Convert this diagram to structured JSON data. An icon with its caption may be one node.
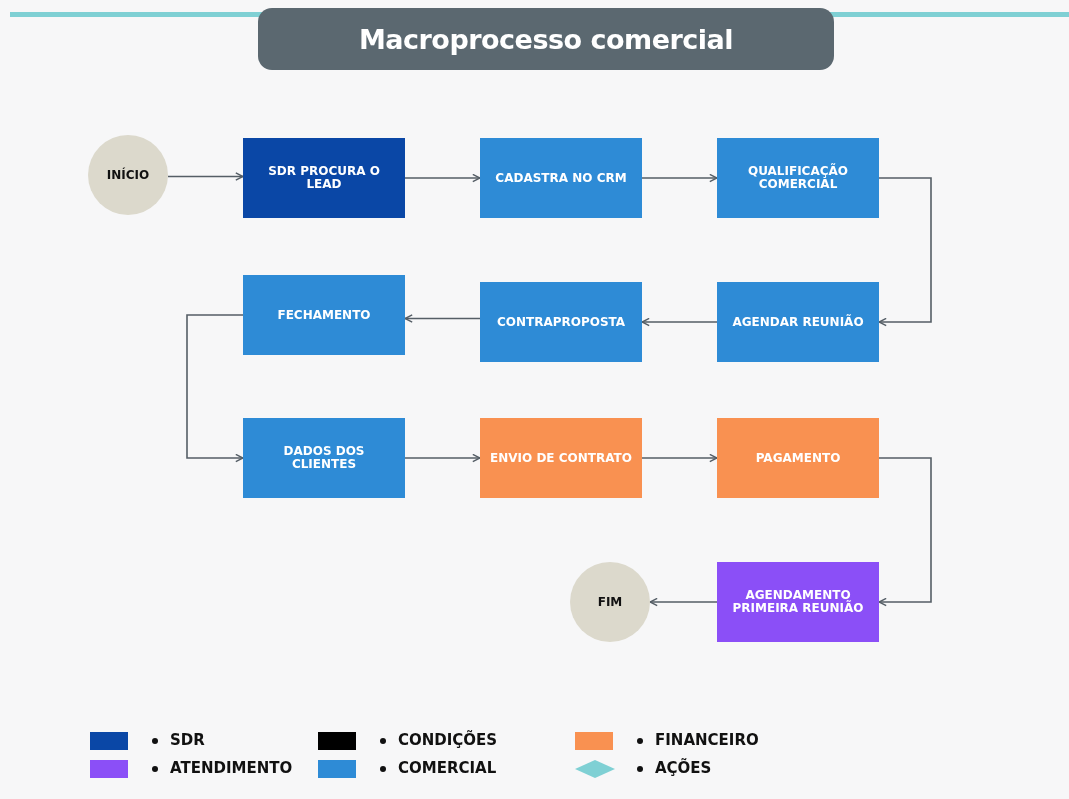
{
  "diagram": {
    "title": "Macroprocesso comercial",
    "nodes": [
      {
        "text": [
          "INÍCIO"
        ]
      },
      {
        "text": [
          "SDR PROCURA O LEAD"
        ]
      },
      {
        "text": [
          "CADASTRA NO CRM"
        ]
      },
      {
        "text": [
          "QUALIFICAÇÃO COMERCIAL"
        ]
      },
      {
        "text": [
          "AGENDAR REUNIÃO"
        ]
      },
      {
        "text": [
          "CONTRAPROPOSTA"
        ]
      },
      {
        "text": [
          "FECHAMENTO"
        ]
      },
      {
        "text": [
          "DADOS DOS CLIENTES"
        ]
      },
      {
        "text": [
          "ENVIO DE CONTRATO"
        ]
      },
      {
        "text": [
          "PAGAMENTO"
        ]
      },
      {
        "text": [
          "AGENDAMENTO PRIMEIRA REUNIÃO"
        ]
      },
      {
        "text": [
          "FIM"
        ]
      }
    ],
    "edges": [
      {
        "from": 0,
        "to": 1,
        "arrow": "to"
      },
      {
        "from": 1,
        "to": 2,
        "arrow": "to"
      },
      {
        "from": 2,
        "to": 3,
        "arrow": "to"
      },
      {
        "from": 3,
        "to": 4,
        "arrow": "to"
      },
      {
        "from": 4,
        "to": 5,
        "arrow": "to"
      },
      {
        "from": 5,
        "to": 6,
        "arrow": "to"
      },
      {
        "from": 6,
        "to": 7,
        "arrow": "to"
      },
      {
        "from": 7,
        "to": 8,
        "arrow": "to"
      },
      {
        "from": 8,
        "to": 9,
        "arrow": "to"
      },
      {
        "from": 9,
        "to": 10,
        "arrow": "to"
      },
      {
        "from": 10,
        "to": 11,
        "arrow": "to"
      }
    ],
    "legend": [
      {
        "text": "SDR",
        "color": "#0a47a6"
      },
      {
        "text": "CONDIÇÕES",
        "color": "#000000"
      },
      {
        "text": "FINANCEIRO",
        "color": "#f99151"
      },
      {
        "text": "ATENDIMENTO",
        "color": "#8b4ff7"
      },
      {
        "text": "COMERCIAL",
        "color": "#2e8bd6"
      },
      {
        "text": "AÇÕES"
      }
    ]
  }
}
